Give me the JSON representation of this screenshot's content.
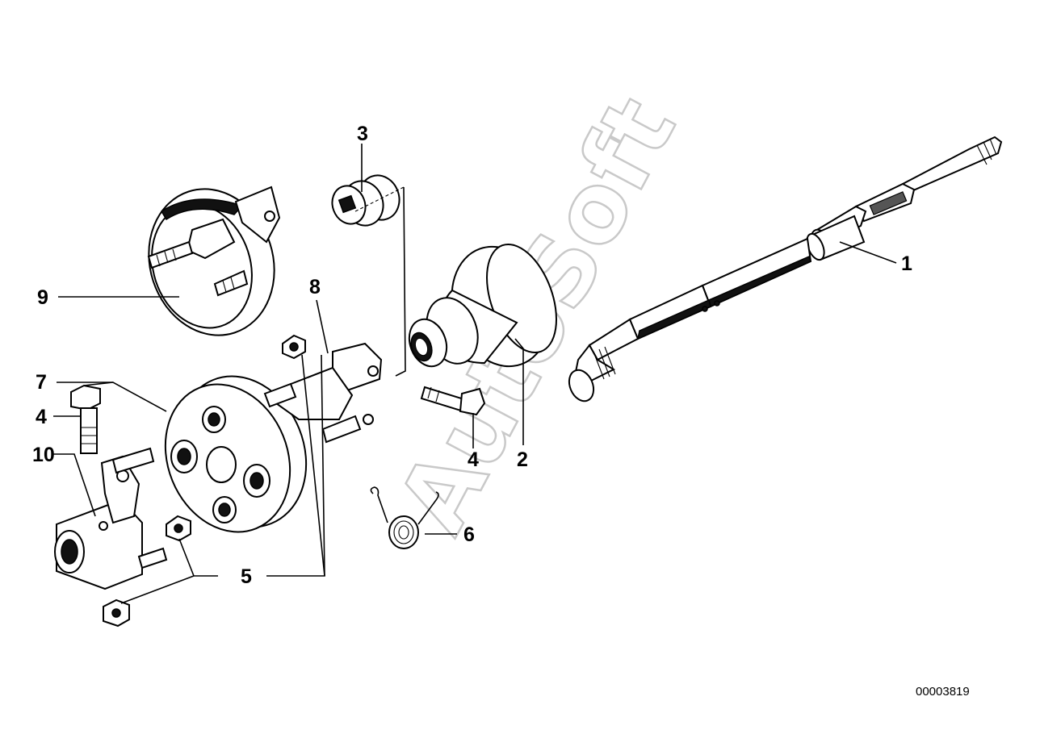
{
  "watermark": "AutoSoft",
  "document_number": "00003819",
  "callouts": {
    "c1": "1",
    "c2": "2",
    "c3": "3",
    "c4_left": "4",
    "c4_right": "4",
    "c5": "5",
    "c6": "6",
    "c7": "7",
    "c8": "8",
    "c9": "9",
    "c10": "10"
  }
}
